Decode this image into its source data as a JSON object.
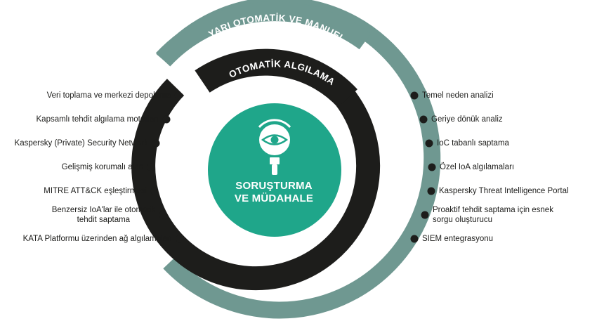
{
  "outer_ring": {
    "label": "YARI OTOMATİK VE MANUEL",
    "color": "#6f9891"
  },
  "inner_ring": {
    "label": "OTOMATİK ALGILAMA",
    "color": "#1d1d1b"
  },
  "center": {
    "line1": "SORUŞTURMA",
    "line2": "VE MÜDAHALE",
    "color": "#1fa68a",
    "icon": "eye-magnifier-icon"
  },
  "left_items": [
    {
      "text": "Veri toplama ve merkezi depolama"
    },
    {
      "text": "Kapsamlı tehdit algılama motorları"
    },
    {
      "text": "Kaspersky (Private) Security Network"
    },
    {
      "text": "Gelişmiş korumalı alan"
    },
    {
      "text": "MITRE ATT&CK eşleştirmesi"
    },
    {
      "text": "Benzersiz IoA'lar ile otomatik",
      "text2": "tehdit saptama"
    },
    {
      "text": "KATA Platformu üzerinden ağ algılamaları"
    }
  ],
  "right_items": [
    {
      "text": "Temel neden analizi"
    },
    {
      "text": "Geriye dönük analiz"
    },
    {
      "text": "IoC tabanlı saptama"
    },
    {
      "text": "Özel IoA algılamaları"
    },
    {
      "text": "Kaspersky Threat Intelligence Portal"
    },
    {
      "text": "Proaktif tehdit saptama için esnek",
      "text2": "sorgu oluşturucu"
    },
    {
      "text": "SIEM entegrasyonu"
    }
  ]
}
